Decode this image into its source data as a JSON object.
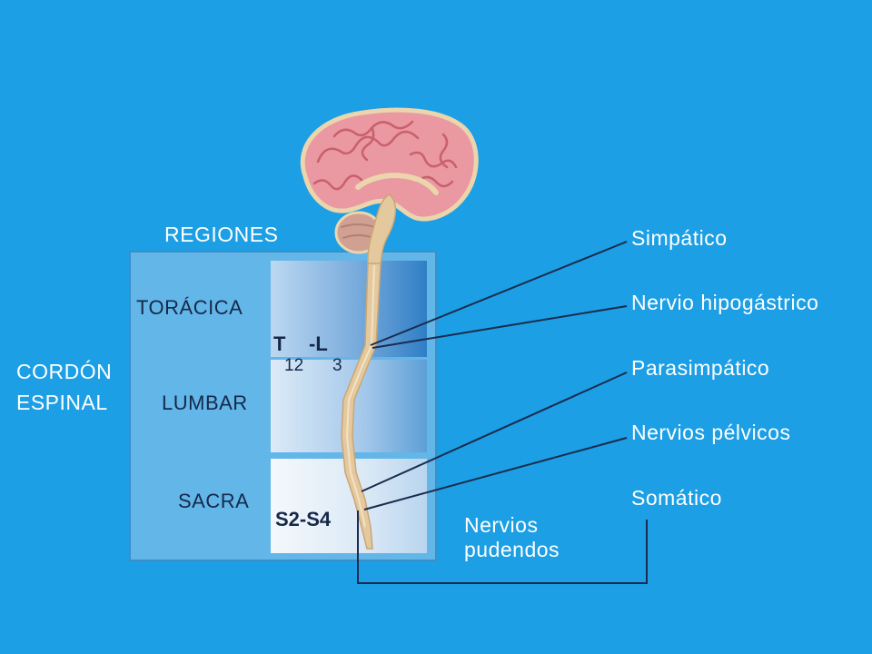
{
  "regions_title": "REGIONES",
  "spinal_cord_label": {
    "line1": "CORDÓN",
    "line2": "ESPINAL"
  },
  "regions": [
    {
      "label": "TORÁCICA"
    },
    {
      "label": "LUMBAR"
    },
    {
      "label": "SACRA"
    }
  ],
  "segments": {
    "thoracolumbar": {
      "start": "T",
      "start_sub": "12",
      "end": "-L",
      "end_sub": "3"
    },
    "sacral": "S2-S4"
  },
  "nerves": [
    {
      "label": "Simpático"
    },
    {
      "label": "Nervio hipogástrico"
    },
    {
      "label": "Parasimpático"
    },
    {
      "label": "Nervios pélvicos"
    },
    {
      "label": "Somático"
    }
  ],
  "pudendal": {
    "line1": "Nervios",
    "line2": "pudendos"
  },
  "colors": {
    "background": "#1c9fe4",
    "box": "#62b6e8",
    "box_stroke": "#3b8fc9",
    "dark_text": "#16284a",
    "line": "#1a2b4d",
    "light_text": "#ffffff",
    "brain_pink": "#ea98a1",
    "cord_beige": "#e4c99e"
  }
}
